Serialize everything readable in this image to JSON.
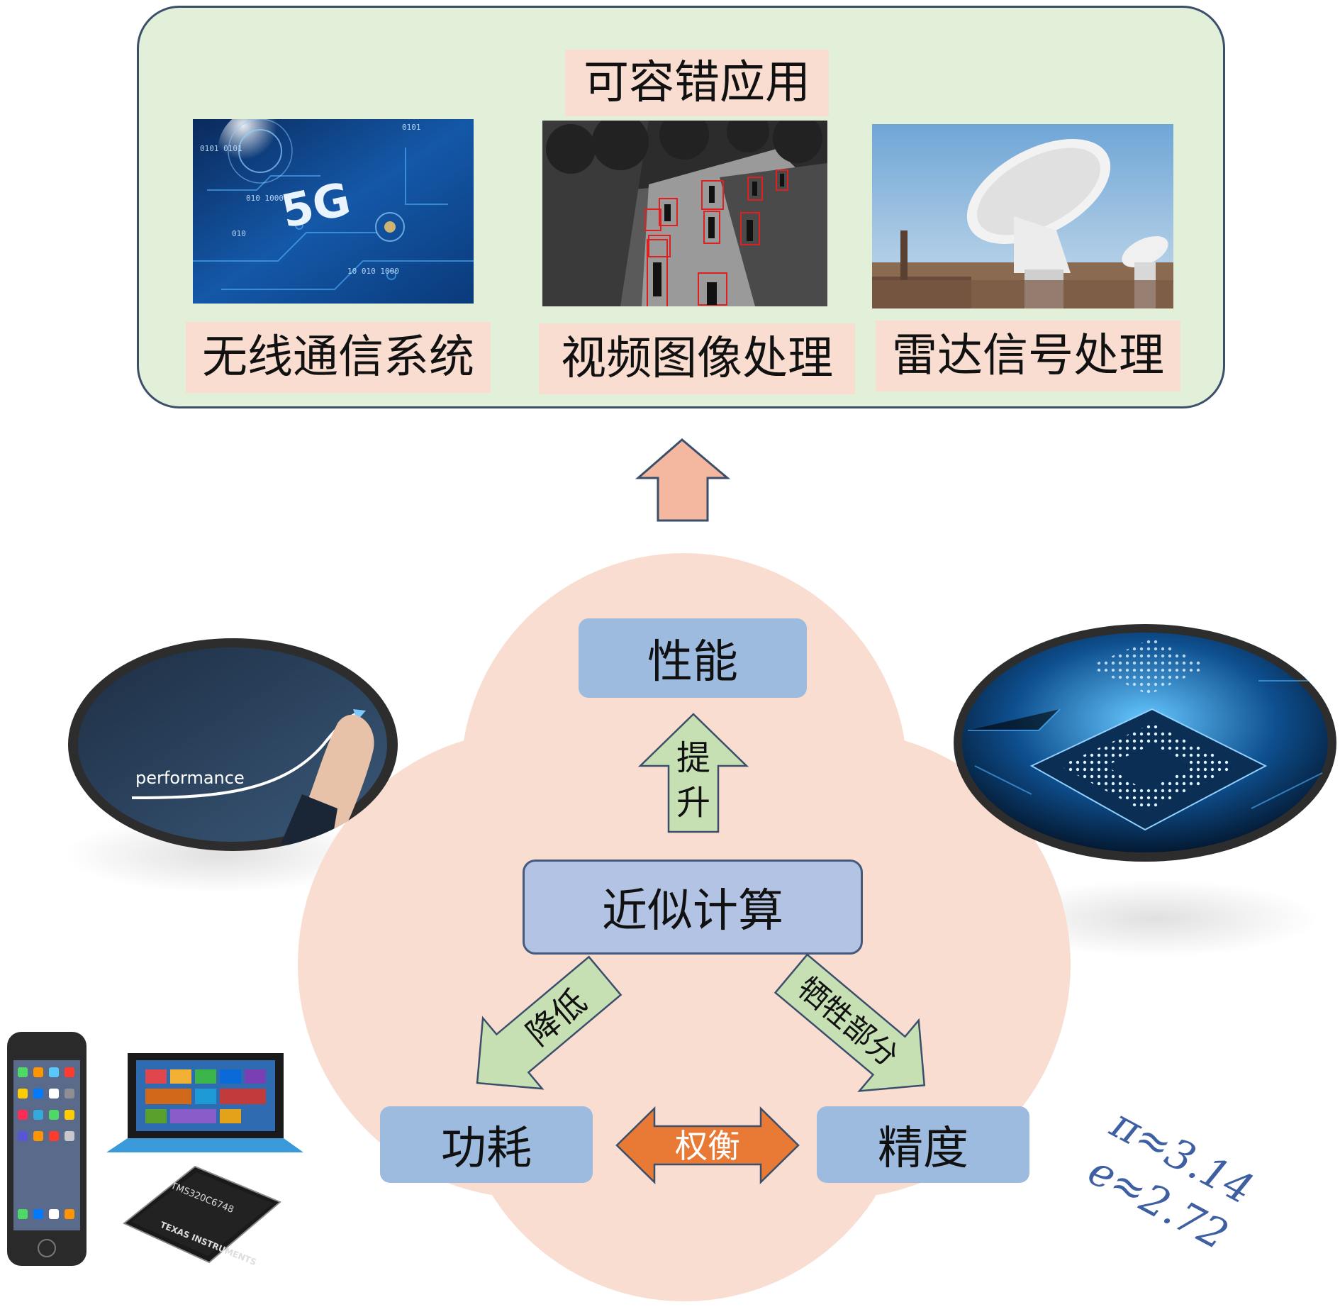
{
  "applications": {
    "title": "可容错应用",
    "items": [
      {
        "label": "无线通信系统",
        "image_text": "5G",
        "image_codes": [
          "0101 0101",
          "010 1000",
          "010",
          "10 010  1000",
          "0101"
        ]
      },
      {
        "label": "视频图像处理"
      },
      {
        "label": "雷达信号处理"
      }
    ]
  },
  "core": {
    "center": "近似计算",
    "performance": "性能",
    "power": "功耗",
    "accuracy": "精度"
  },
  "arrows": {
    "up": "提升",
    "up_chars": [
      "提",
      "升"
    ],
    "left": "降低",
    "right": "牺牲部分",
    "tradeoff": "权衡"
  },
  "side_images": {
    "performance_text": "performance",
    "chip_label": "TMS320C6748",
    "chip_brand": "TEXAS INSTRUMENTS"
  },
  "formulas": [
    "π≈3.14",
    "e≈2.72"
  ],
  "colors": {
    "panel_bg": "#e2efd9",
    "label_bg": "#f8ddd0",
    "cloud": "#f8ddd0",
    "blue_box": "#9dbbdf",
    "green_arrow": "#c6e0b4",
    "orange_arrow": "#e87a35",
    "salmon_arrow": "#f4b8a0"
  }
}
